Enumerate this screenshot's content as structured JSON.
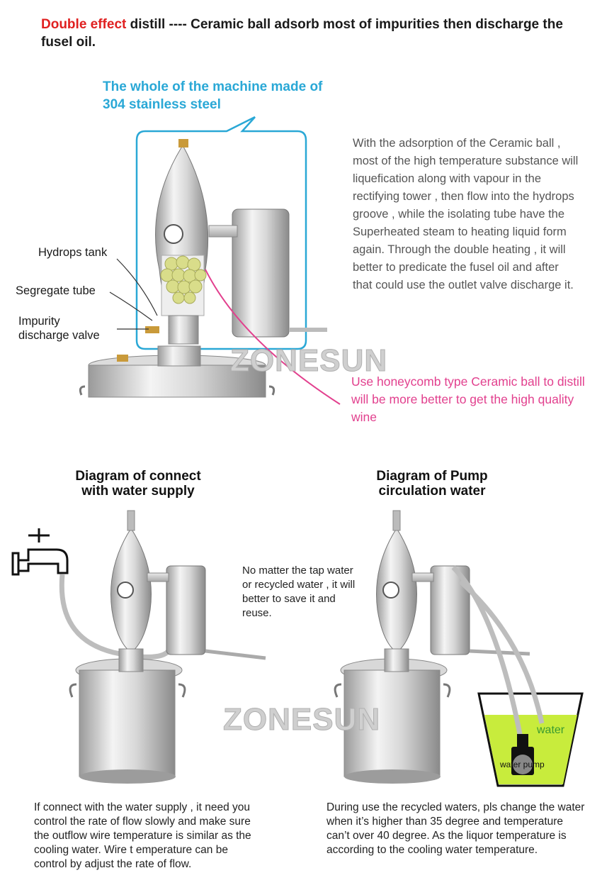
{
  "headline": {
    "highlight": "Double effect",
    "rest": " distill ---- Ceramic ball adsorb most of impurities then discharge the fusel oil."
  },
  "callout_title": "The whole of the machine made of 304 stainless steel",
  "description": "With the adsorption of the Ceramic ball , most of the high temperature substance will liquefication along with vapour in the rectifying tower , then flow into the hydrops groove , while the isolating tube have the Superheated steam to heating liquid form again. Through the double heating , it will better to predicate the fusel oil and after that could use the outlet valve discharge it.",
  "labels": {
    "hydrops": "Hydrops tank",
    "segregate": "Segregate tube",
    "impurity_line1": "Impurity",
    "impurity_line2": "discharge valve"
  },
  "honeycomb_note": "Use honeycomb type Ceramic ball to distill will be more better to get the high quality wine",
  "watermark": "ZONESUN",
  "diagram_left": {
    "title_line1": "Diagram of connect",
    "title_line2": "with water supply"
  },
  "diagram_right": {
    "title_line1": "Diagram of Pump",
    "title_line2": "circulation water",
    "water_label": "water",
    "pump_label": "water pump"
  },
  "middle_note": "No matter the tap water or recycled water , it will better to save it and reuse.",
  "bottom_left": "If connect with the water supply , it need you control the rate of flow slowly and make sure the outflow wire temperature is similar as the cooling water. Wire t emperature can be control by adjust the rate of flow.",
  "bottom_right": "During use the recycled waters, pls change the water when it’s higher than 35 degree and temperature can’t over 40 degree. As the liquor temperature is according to the cooling water temperature.",
  "colors": {
    "highlight_red": "#e02020",
    "callout_cyan": "#2aa8d6",
    "note_pink": "#e2408e",
    "water_green": "#c8ec3c"
  }
}
